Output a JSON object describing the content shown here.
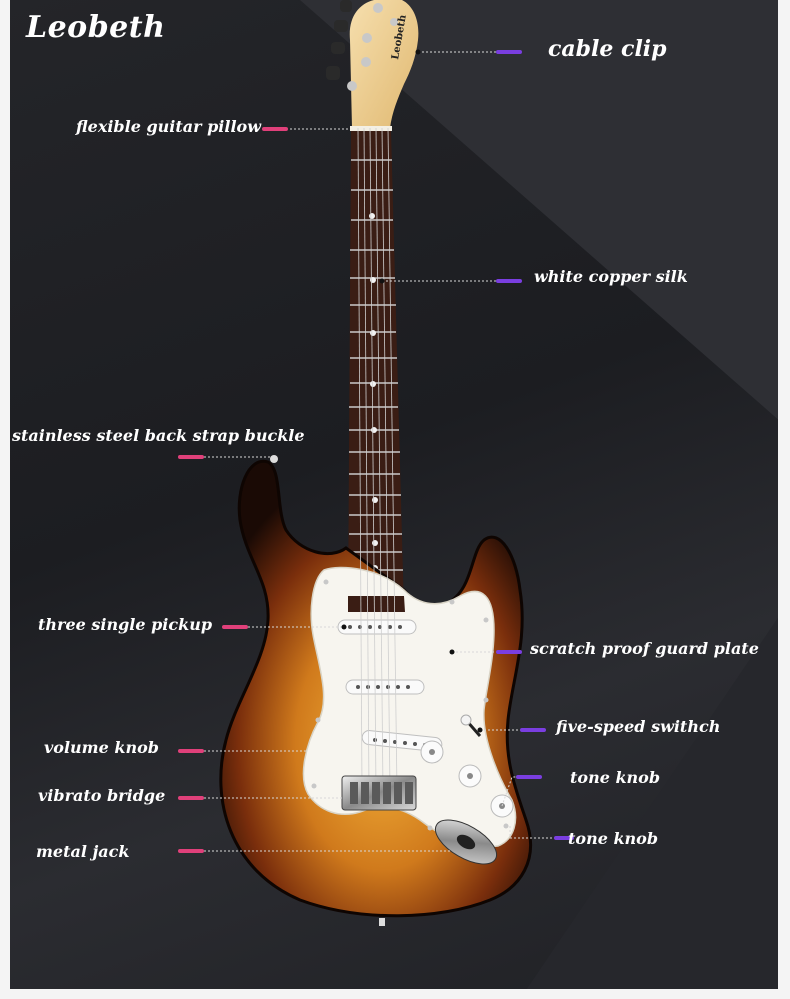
{
  "brand": "Leobeth",
  "headstock_logo": "Leobeth",
  "colors": {
    "background": "#202125",
    "accent_pink": "#e0407a",
    "accent_purple": "#7a3ee0",
    "leader": "#d8d8d8",
    "text": "#ffffff"
  },
  "labels": {
    "cable_clip": "cable clip",
    "guitar_pillow": "flexible guitar pillow",
    "copper_silk": "white copper silk",
    "strap_buckle": "stainless steel back strap buckle",
    "pickup": "three single pickup",
    "guard_plate": "scratch proof guard plate",
    "switch": "five-speed swithch",
    "volume_knob": "volume knob",
    "tone_knob_1": "tone knob",
    "vibrato_bridge": "vibrato bridge",
    "tone_knob_2": "tone knob",
    "metal_jack": "metal jack"
  }
}
